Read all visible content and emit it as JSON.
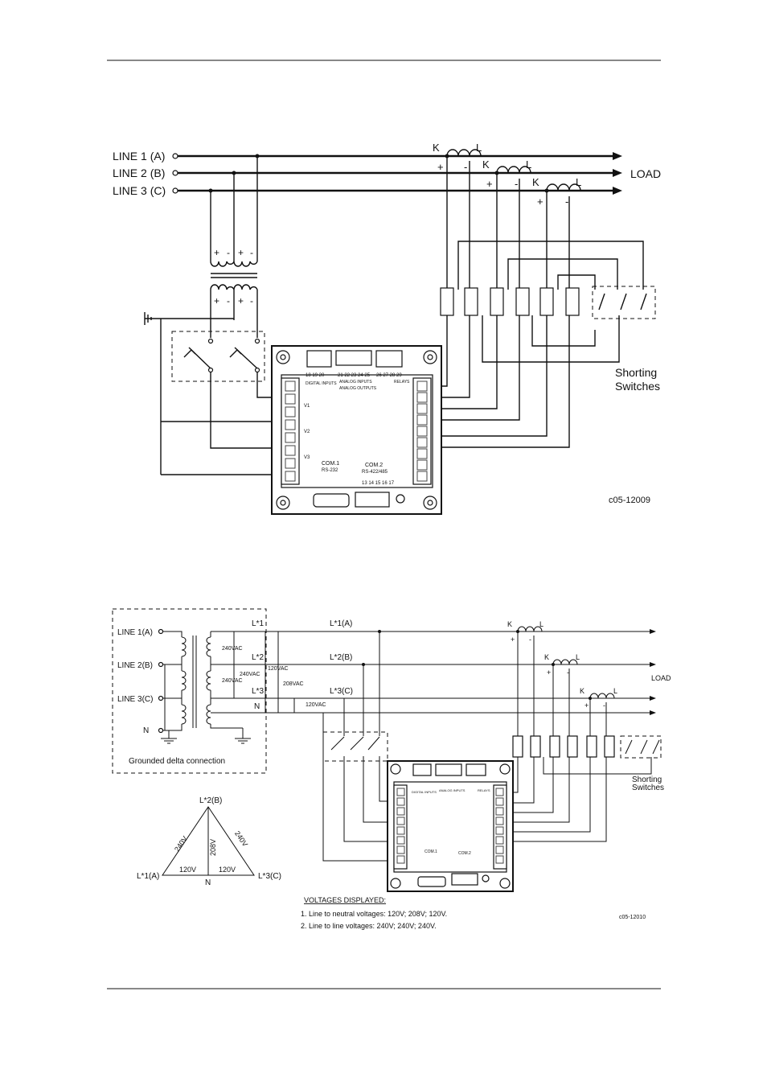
{
  "diagram1": {
    "lines": [
      "LINE 1  (A)",
      "LINE 2  (B)",
      "LINE 3  (C)"
    ],
    "load_label": "LOAD",
    "ct_k": "K",
    "ct_l": "L",
    "plus": "+",
    "minus": "-",
    "shorting_label_1": "Shorting",
    "shorting_label_2": "Switches",
    "figure_code": "c05-12009"
  },
  "diagram2": {
    "lines": [
      "LINE 1(A)",
      "LINE 2(B)",
      "LINE 3(C)",
      "N"
    ],
    "bus_labels": [
      "L*1(A)",
      "L*2(B)",
      "L*3(C)"
    ],
    "side_labels": [
      "L*1",
      "L*2",
      "L*3",
      "N"
    ],
    "voltages": [
      "240VAC",
      "240VAC",
      "240VAC",
      "120VAC",
      "208VAC",
      "120VAC"
    ],
    "grounded_delta": "Grounded delta connection",
    "load_label": "LOAD",
    "shorting_label_1": "Shorting",
    "shorting_label_2": "Switches",
    "triangle": {
      "top": "L*2(B)",
      "left": "L*1(A)",
      "right": "L*3(C)",
      "bottom": "N",
      "side_left": "240V",
      "side_right": "240V",
      "middle": "208V",
      "base_left": "120V",
      "base_right": "120V"
    },
    "voltages_displayed_title": "VOLTAGES DISPLAYED:",
    "voltages_displayed_1": "1. Line to neutral voltages: 120V; 208V; 120V.",
    "voltages_displayed_2": "2. Line to line voltages: 240V; 240V; 240V.",
    "figure_code": "c05-12010"
  },
  "device": {
    "digital_inputs": "DIGITAL INPUTS",
    "analog_inputs": "ANALOG INPUTS",
    "analog_outputs": "ANALOG OUTPUTS",
    "relays": "RELAYS",
    "com1": "COM.1",
    "com2": "COM.2",
    "rs232": "RS-232",
    "rs422": "RS-422/485",
    "v1": "V1",
    "v2": "V2",
    "v3": "V3",
    "top_terminals_left": "18 19 20",
    "top_terminals_mid": "21 22 23 24 25",
    "top_terminals_right": "26 27 28 29",
    "bottom_terminals": "13 14 15 16 17"
  }
}
